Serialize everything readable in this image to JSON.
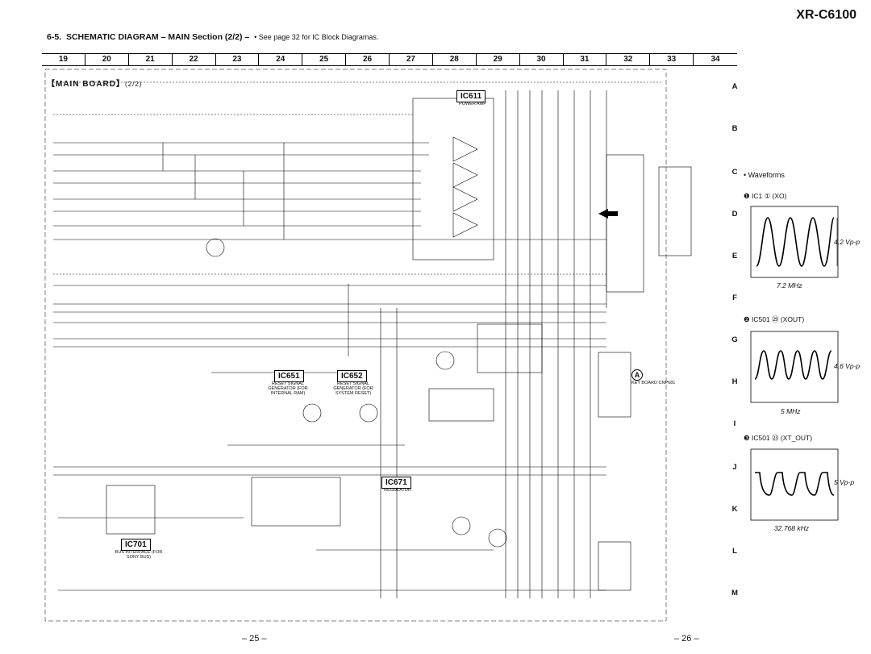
{
  "header": {
    "model": "XR-C6100",
    "section_num": "6-5.",
    "section_title": "SCHEMATIC  DIAGRAM  – MAIN Section (2/2) –",
    "note": "• See page 32 for IC Block Diagramas."
  },
  "columns": [
    "19",
    "20",
    "21",
    "22",
    "23",
    "24",
    "25",
    "26",
    "27",
    "28",
    "29",
    "30",
    "31",
    "32",
    "33",
    "34"
  ],
  "rows": [
    "A",
    "B",
    "C",
    "D",
    "E",
    "F",
    "G",
    "H",
    "I",
    "J",
    "K",
    "L",
    "M"
  ],
  "board_label": "【MAIN  BOARD】",
  "board_sub": "(2/2)",
  "ics": {
    "ic611": "IC611",
    "ic611_sub": "POWER AMP",
    "ic651": "IC651",
    "ic651_sub": "RESET SIGNAL GENERATOR (FOR INTERNAL RAM)",
    "ic652": "IC652",
    "ic652_sub": "RESET SIGNAL GENERATOR (FOR SYSTEM RESET)",
    "ic671": "IC671",
    "ic671_sub": "REGULATOR",
    "ic701": "IC701",
    "ic701_sub": "BUS INTERFACE (FOR SONY BUS)"
  },
  "key_board": {
    "marker": "A",
    "label": "KEY BOARD CNP681"
  },
  "waveforms": {
    "heading": "• Waveforms",
    "items": [
      {
        "label": "❶ IC1 ① (XO)",
        "amplitude": "4.2 Vp-p",
        "frequency": "7.2 MHz"
      },
      {
        "label": "❷ IC501 ㉙ (XOUT)",
        "amplitude": "4.6 Vp-p",
        "frequency": "5 MHz"
      },
      {
        "label": "❸ IC501 ㉓ (XT_OUT)",
        "amplitude": "5 Vp-p",
        "frequency": "32.768 kHz"
      }
    ]
  },
  "pages": {
    "left": "– 25 –",
    "right": "– 26 –"
  }
}
